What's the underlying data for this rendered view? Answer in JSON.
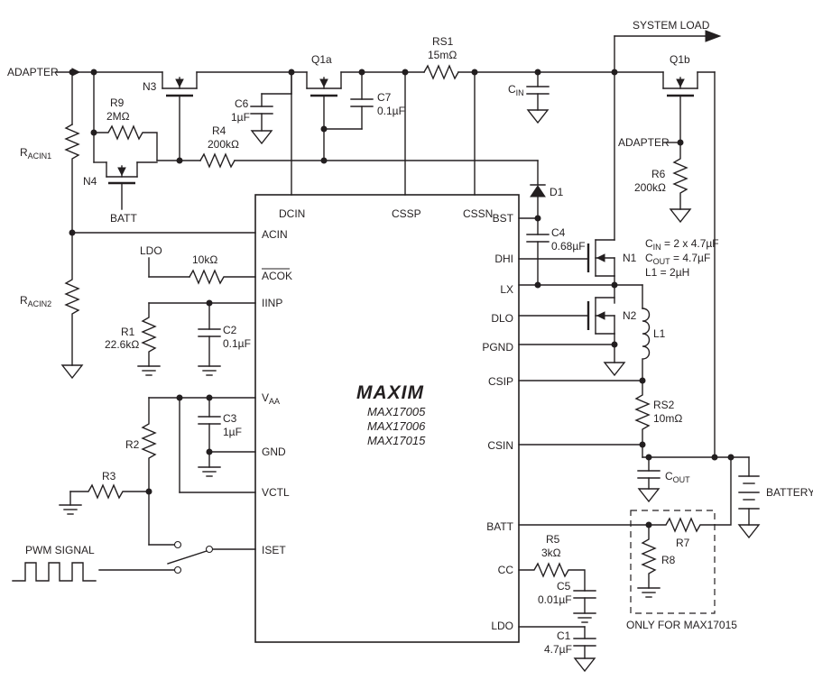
{
  "labels": {
    "adapter_in": "ADAPTER",
    "adapter_q1b": "ADAPTER",
    "system_load": "SYSTEM LOAD",
    "battery": "BATTERY",
    "batt_n4": "BATT",
    "ldo_ref": "LDO",
    "pwm_signal": "PWM SIGNAL",
    "only_for": "ONLY FOR MAX17015",
    "spec_cin": "C",
    "spec_cin_sub": "IN",
    "spec_cin_val": " = 2 x 4.7µF",
    "spec_cout": "C",
    "spec_cout_sub": "OUT",
    "spec_cout_val": " = 4.7µF",
    "spec_l1": "L1 = 2µH"
  },
  "components": {
    "n3": "N3",
    "q1a": "Q1a",
    "q1b": "Q1b",
    "rs1": "RS1",
    "rs1_val": "15mΩ",
    "r9": "R9",
    "r9_val": "2MΩ",
    "c6": "C6",
    "c6_val": "1µF",
    "c7": "C7",
    "c7_val": "0.1µF",
    "r4": "R4",
    "r4_val": "200kΩ",
    "n4": "N4",
    "racin1": "R",
    "racin1_sub": "ACIN1",
    "racin2": "R",
    "racin2_sub": "ACIN2",
    "cin": "C",
    "cin_sub": "IN",
    "r6": "R6",
    "r6_val": "200kΩ",
    "d1": "D1",
    "c4": "C4",
    "c4_val": "0.68µF",
    "n1": "N1",
    "n2": "N2",
    "l1": "L1",
    "rs2": "RS2",
    "rs2_val": "10mΩ",
    "cout": "C",
    "cout_sub": "OUT",
    "r7": "R7",
    "r8": "R8",
    "r5": "R5",
    "r5_val": "3kΩ",
    "c5": "C5",
    "c5_val": "0.01µF",
    "c1": "C1",
    "c1_val": "4.7µF",
    "r10k": "10kΩ",
    "r1": "R1",
    "r1_val": "22.6kΩ",
    "c2": "C2",
    "c2_val": "0.1µF",
    "c3": "C3",
    "c3_val": "1µF",
    "r2": "R2",
    "r3": "R3"
  },
  "ic": {
    "logo": "MAXIM",
    "part1": "MAX17005",
    "part2": "MAX17006",
    "part3": "MAX17015",
    "pins": {
      "dcin": "DCIN",
      "cssp": "CSSP",
      "cssn": "CSSN",
      "acin": "ACIN",
      "acok": "ACOK",
      "iinp": "IINP",
      "vaa": "V",
      "vaa_sub": "AA",
      "gnd": "GND",
      "vctl": "VCTL",
      "iset": "ISET",
      "bst": "BST",
      "dhi": "DHI",
      "lx": "LX",
      "dlo": "DLO",
      "pgnd": "PGND",
      "csip": "CSIP",
      "csin": "CSIN",
      "batt": "BATT",
      "cc": "CC",
      "ldo": "LDO"
    }
  }
}
